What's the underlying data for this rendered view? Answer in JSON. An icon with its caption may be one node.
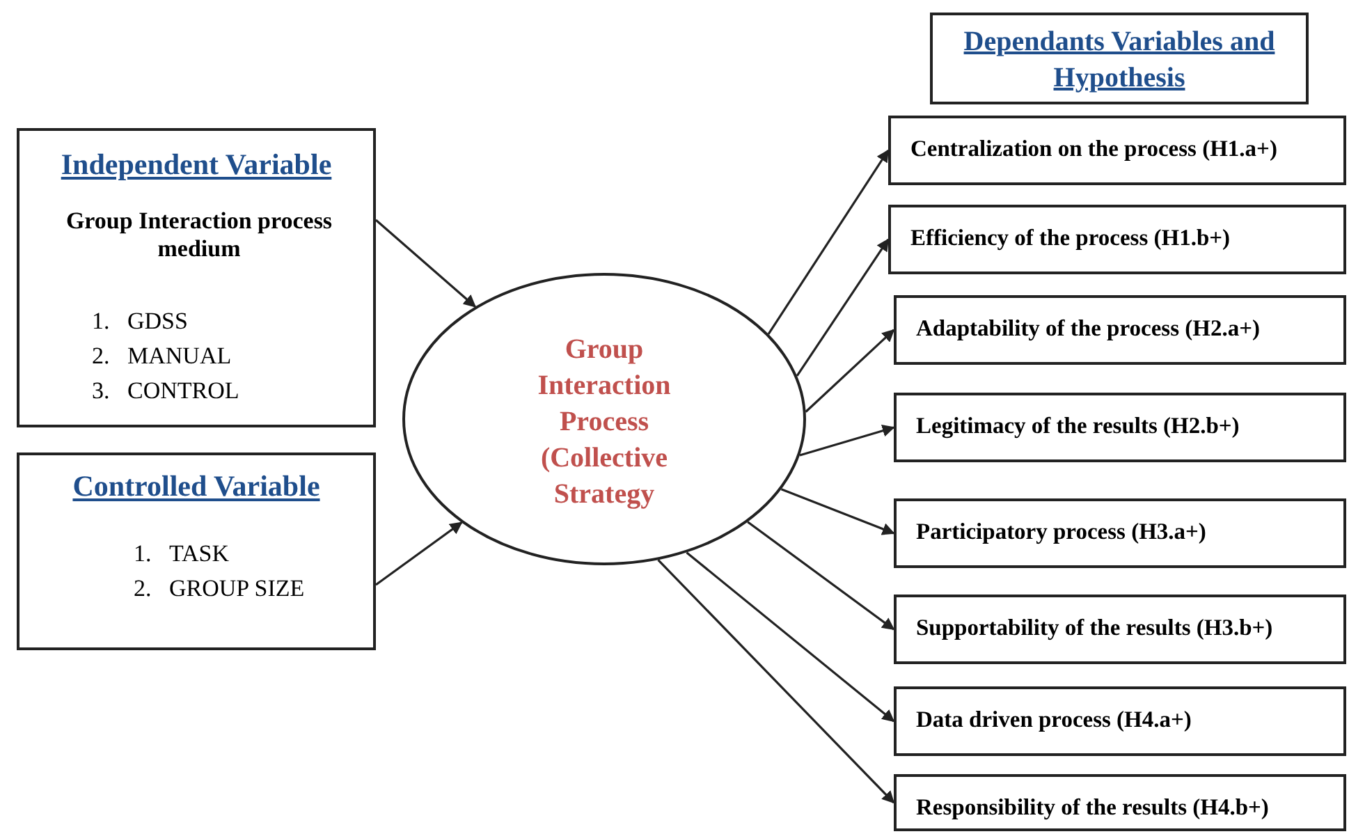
{
  "diagram": {
    "nodes": [
      {
        "text": [
          "Independent Variable",
          "Group Interaction process medium",
          "1.   GDSS",
          "2.   MANUAL",
          "3.   CONTROL"
        ]
      },
      {
        "text": [
          "Controlled Variable",
          "1.   TASK",
          "2.   GROUP SIZE"
        ]
      },
      {
        "text": [
          "Group Interaction Process (Collective Strategy"
        ]
      },
      {
        "text": [
          "Dependants Variables and Hypothesis"
        ]
      },
      {
        "text": [
          "Centralization on the process (H1.a+)"
        ]
      },
      {
        "text": [
          "Efficiency of the process (H1.b+)"
        ]
      },
      {
        "text": [
          "Adaptability of the process (H2.a+)"
        ]
      },
      {
        "text": [
          "Legitimacy of the results (H2.b+)"
        ]
      },
      {
        "text": [
          "Participatory process (H3.a+)"
        ]
      },
      {
        "text": [
          "Supportability of the results (H3.b+)"
        ]
      },
      {
        "text": [
          "Data driven process (H4.a+)"
        ]
      },
      {
        "text": [
          "Responsibility of the results (H4.b+)"
        ]
      }
    ],
    "edges": [
      {
        "from": 0,
        "to": 2,
        "arrow": "to"
      },
      {
        "from": 1,
        "to": 2,
        "arrow": "to"
      },
      {
        "from": 2,
        "to": 4,
        "arrow": "to"
      },
      {
        "from": 2,
        "to": 5,
        "arrow": "to"
      },
      {
        "from": 2,
        "to": 6,
        "arrow": "to"
      },
      {
        "from": 2,
        "to": 7,
        "arrow": "to"
      },
      {
        "from": 2,
        "to": 8,
        "arrow": "to"
      },
      {
        "from": 2,
        "to": 9,
        "arrow": "to"
      },
      {
        "from": 2,
        "to": 10,
        "arrow": "to"
      },
      {
        "from": 2,
        "to": 11,
        "arrow": "to"
      }
    ]
  }
}
